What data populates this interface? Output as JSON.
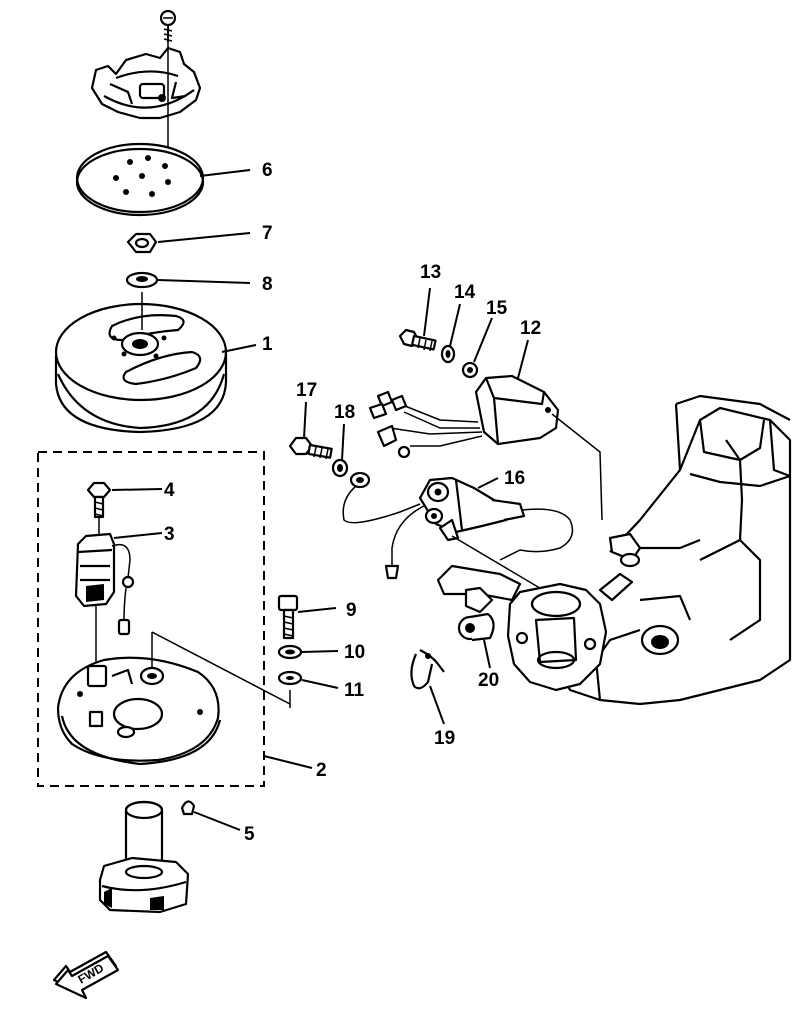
{
  "diagram": {
    "callouts": [
      {
        "id": "c1",
        "text": "1"
      },
      {
        "id": "c2",
        "text": "2"
      },
      {
        "id": "c3",
        "text": "3"
      },
      {
        "id": "c4",
        "text": "4"
      },
      {
        "id": "c5",
        "text": "5"
      },
      {
        "id": "c6",
        "text": "6"
      },
      {
        "id": "c7",
        "text": "7"
      },
      {
        "id": "c8",
        "text": "8"
      },
      {
        "id": "c9",
        "text": "9"
      },
      {
        "id": "c10",
        "text": "10"
      },
      {
        "id": "c11",
        "text": "11"
      },
      {
        "id": "c12",
        "text": "12"
      },
      {
        "id": "c13",
        "text": "13"
      },
      {
        "id": "c14",
        "text": "14"
      },
      {
        "id": "c15",
        "text": "15"
      },
      {
        "id": "c16",
        "text": "16"
      },
      {
        "id": "c17",
        "text": "17"
      },
      {
        "id": "c18",
        "text": "18"
      },
      {
        "id": "c19",
        "text": "19"
      },
      {
        "id": "c20",
        "text": "20"
      }
    ],
    "direction_badge": "FWD"
  }
}
